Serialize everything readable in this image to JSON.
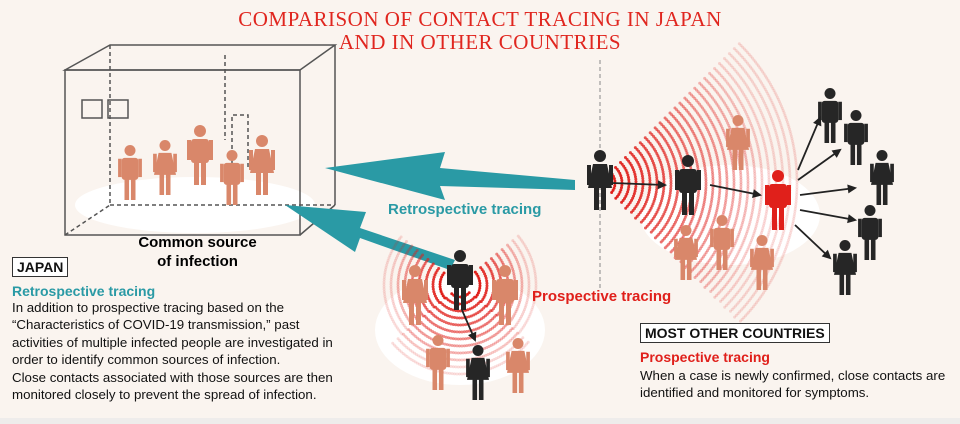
{
  "title": [
    "COMPARISON OF CONTACT TRACING IN JAPAN",
    "AND IN OTHER COUNTRIES"
  ],
  "diagram": {
    "common_source_label": [
      "Common source",
      "of infection"
    ],
    "retrospective_arrow_label": "Retrospective tracing",
    "prospective_label": "Prospective tracing"
  },
  "japan": {
    "heading": "JAPAN",
    "subheading": "Retrospective tracing",
    "lines": [
      "In addition to prospective tracing based on the",
      "“Characteristics of COVID-19 transmission,” past",
      "activities of multiple infected people are investigated in",
      "order to identify common sources of infection.",
      "Close contacts associated with those sources are then",
      "monitored closely to prevent the spread of infection."
    ]
  },
  "others": {
    "heading": "MOST OTHER COUNTRIES",
    "subheading": "Prospective tracing",
    "lines": [
      "When a case is newly confirmed, close contacts are",
      "identified and monitored for symptoms."
    ]
  },
  "colors": {
    "teal": "#2a9aa5",
    "red": "#e0201b",
    "salmon": "#d9876a",
    "dark": "#262626",
    "background": "#faf4ef"
  }
}
